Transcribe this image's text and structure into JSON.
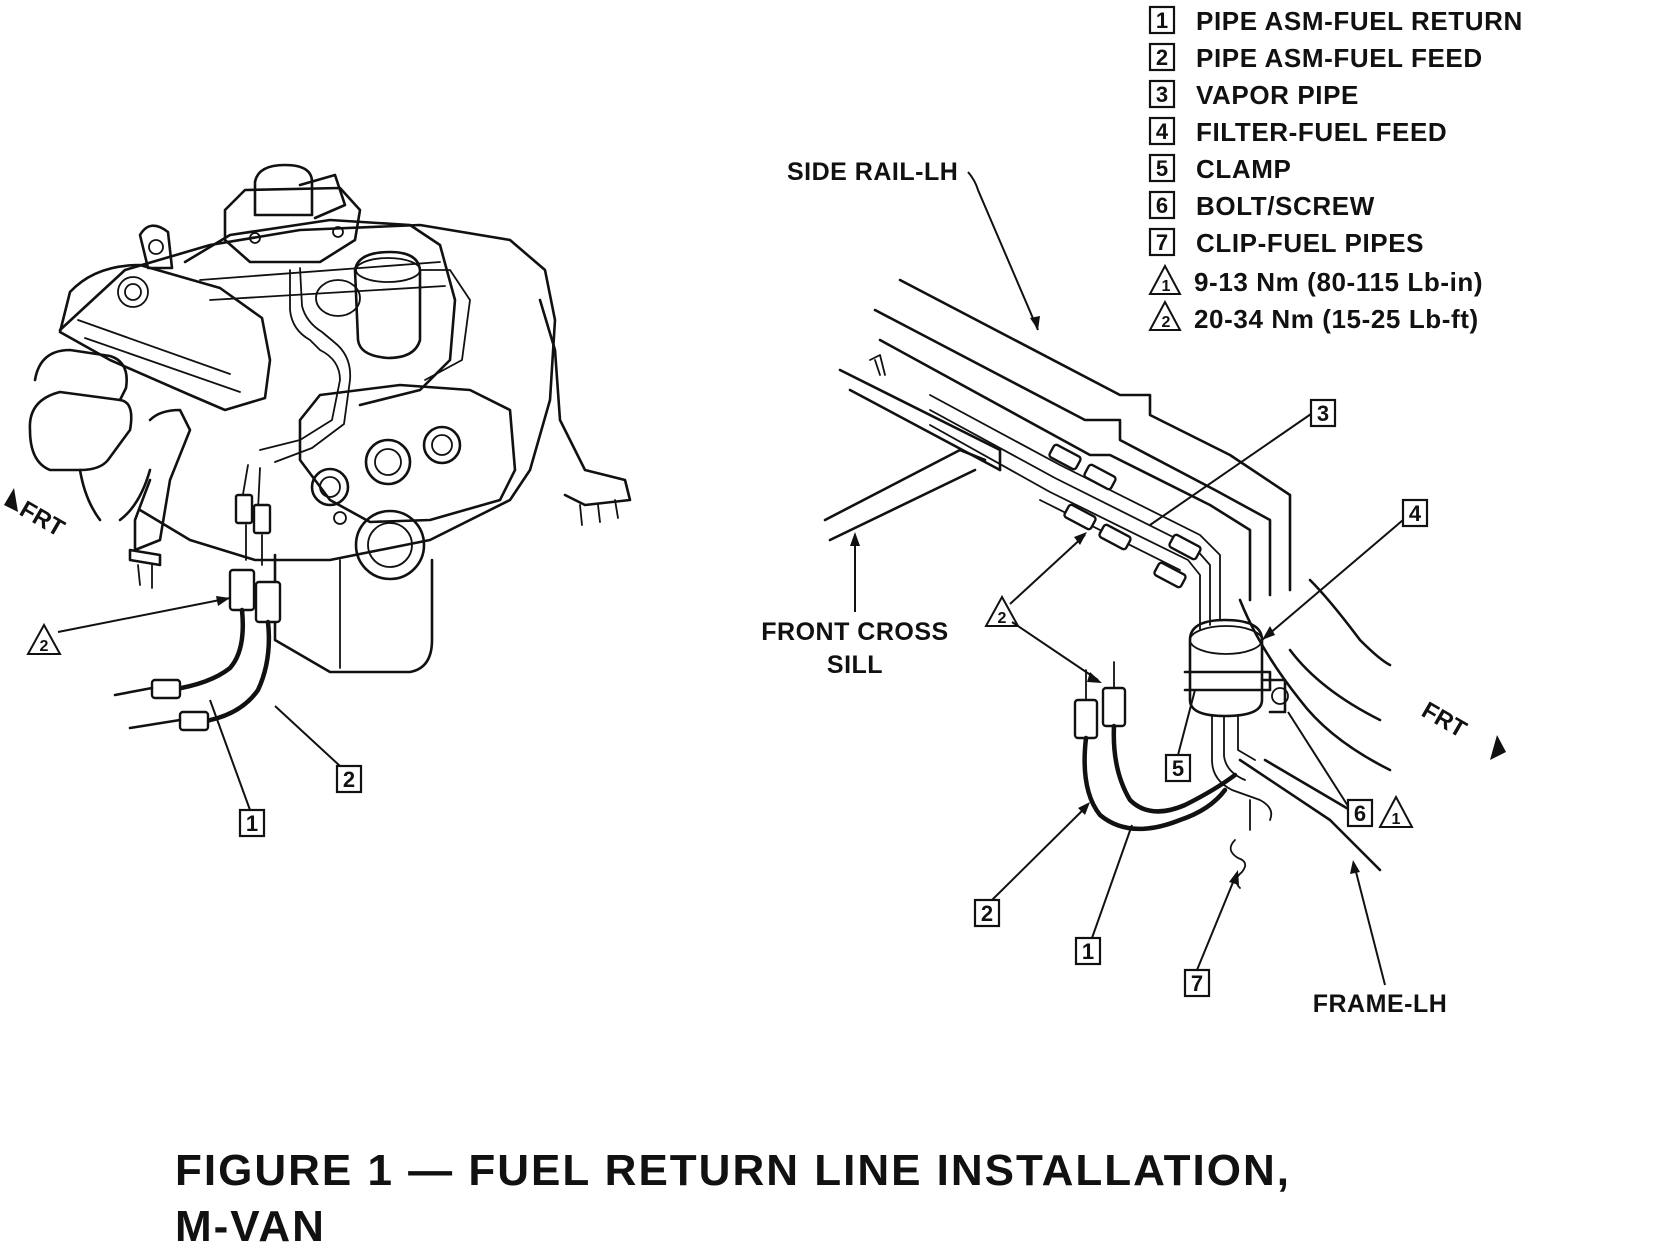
{
  "legend": {
    "items": [
      {
        "num": "1",
        "text": "PIPE ASM-FUEL RETURN"
      },
      {
        "num": "2",
        "text": "PIPE ASM-FUEL FEED"
      },
      {
        "num": "3",
        "text": "VAPOR PIPE"
      },
      {
        "num": "4",
        "text": "FILTER-FUEL FEED"
      },
      {
        "num": "5",
        "text": "CLAMP"
      },
      {
        "num": "6",
        "text": "BOLT/SCREW"
      },
      {
        "num": "7",
        "text": "CLIP-FUEL PIPES"
      }
    ],
    "torques": [
      {
        "num": "1",
        "text": "9-13 Nm (80-115 Lb-in)"
      },
      {
        "num": "2",
        "text": "20-34 Nm (15-25 Lb-ft)"
      }
    ]
  },
  "labels": {
    "side_rail": "SIDE RAIL-LH",
    "front_cross_1": "FRONT CROSS",
    "front_cross_2": "SILL",
    "frame": "FRAME-LH",
    "frt": "FRT"
  },
  "callouts": {
    "left_1": "1",
    "left_2": "2",
    "left_tri_2": "2",
    "right_1": "1",
    "right_2": "2",
    "right_3": "3",
    "right_4": "4",
    "right_5": "5",
    "right_6": "6",
    "right_7": "7",
    "right_tri_1": "1",
    "right_tri_2": "2"
  },
  "caption": {
    "line1": "FIGURE 1 — FUEL RETURN LINE INSTALLATION,",
    "line2": "M-VAN"
  }
}
